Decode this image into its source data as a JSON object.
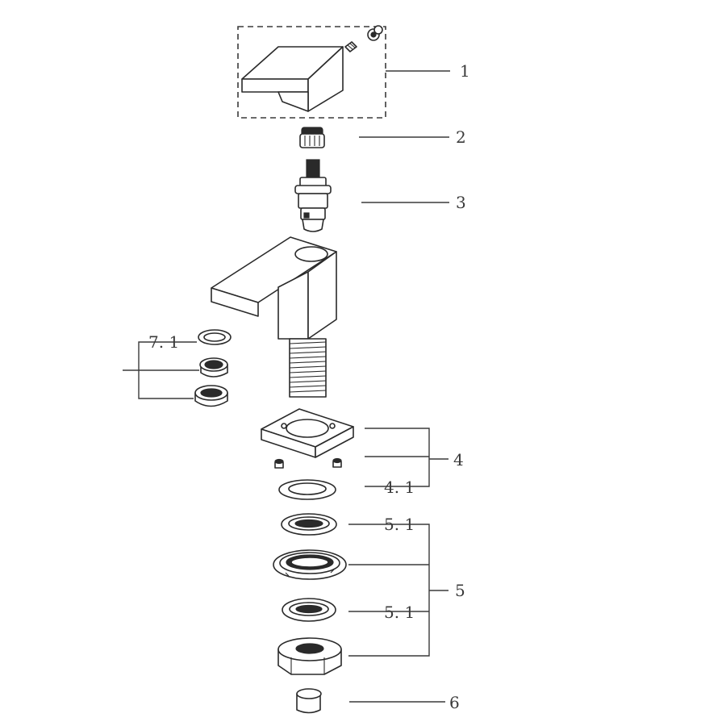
{
  "callouts": {
    "c1": "1",
    "c2": "2",
    "c3": "3",
    "c4": "4",
    "c4_1": "4. 1",
    "c5": "5",
    "c5_1_top": "5. 1",
    "c5_1_bottom": "5. 1",
    "c6": "6",
    "c7_1": "7. 1"
  }
}
